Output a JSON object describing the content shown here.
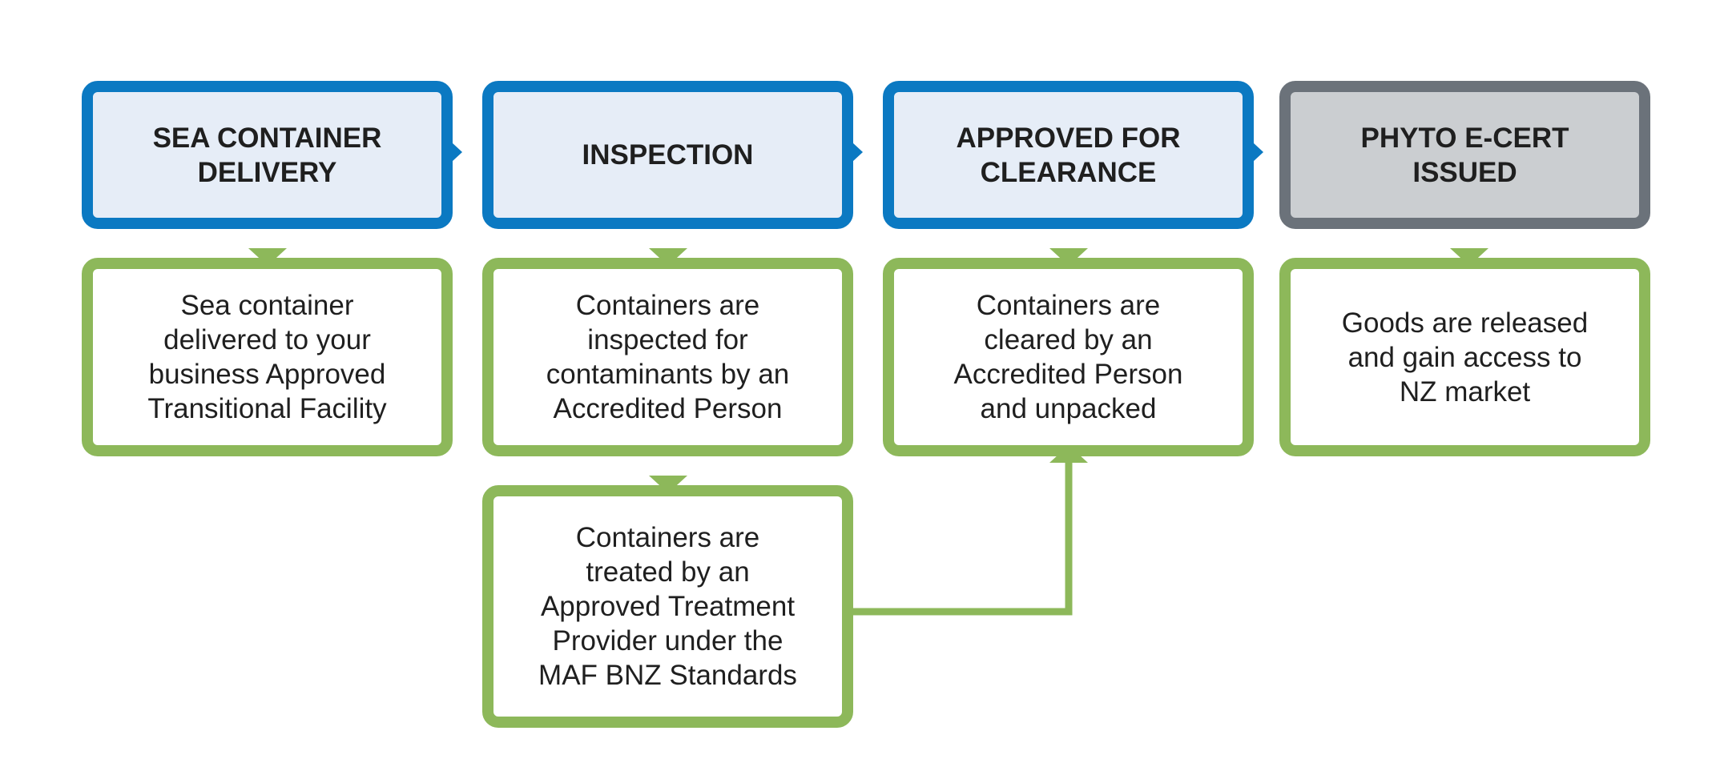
{
  "stages": [
    {
      "title": "SEA CONTAINER DELIVERY",
      "description": "Sea container delivered to your business Approved Transitional Facility"
    },
    {
      "title": "INSPECTION",
      "description": "Containers are inspected for contaminants by an Accredited Person"
    },
    {
      "title": "APPROVED FOR CLEARANCE",
      "description": "Containers are cleared by an Accredited Person and unpacked"
    },
    {
      "title": "PHYTO E-CERT ISSUED",
      "description": "Goods are released and gain access to NZ market"
    }
  ],
  "treatment_step": {
    "description": "Containers are treated by an Approved Treatment Provider under the MAF BNZ Standards"
  },
  "colors": {
    "stage_border": "#0b79c2",
    "stage_fill": "#e6edf7",
    "final_stage_border": "#6b727a",
    "final_stage_fill": "#cbced1",
    "step_border": "#8db85a"
  }
}
